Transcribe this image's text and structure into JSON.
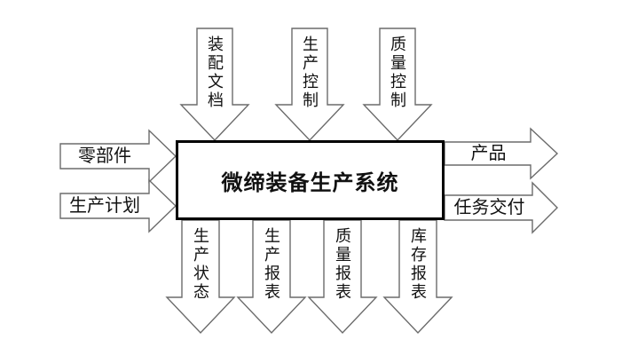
{
  "diagram": {
    "title": "微缔装备生产系统",
    "top_inputs": [
      {
        "label": "装配文档"
      },
      {
        "label": "生产控制"
      },
      {
        "label": "质量控制"
      }
    ],
    "left_inputs": [
      {
        "label": "零部件"
      },
      {
        "label": "生产计划"
      }
    ],
    "right_outputs": [
      {
        "label": "产品"
      },
      {
        "label": "任务交付"
      }
    ],
    "bottom_outputs": [
      {
        "label": "生产状态"
      },
      {
        "label": "生产报表"
      },
      {
        "label": "质量报表"
      },
      {
        "label": "库存报表"
      }
    ],
    "colors": {
      "background": "#ffffff",
      "arrow_outline": "#6b6b6b",
      "arrow_fill": "#ffffff",
      "box_border": "#000000",
      "text": "#000000"
    }
  }
}
